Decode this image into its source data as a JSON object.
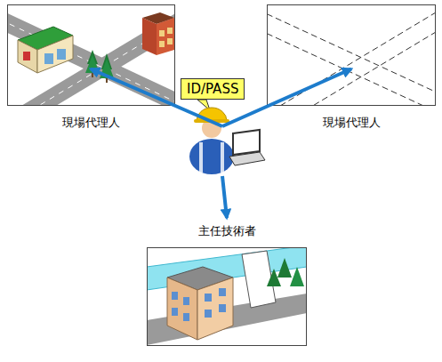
{
  "diagram": {
    "nodes": [
      {
        "text": [
          "現場代理人"
        ]
      },
      {
        "text": [
          "ID/PASS"
        ]
      },
      {
        "text": [
          "現場代理人"
        ]
      },
      {
        "text": [
          "主任技術者"
        ]
      }
    ],
    "edges": [
      {
        "from": 1,
        "to": 0,
        "arrow": "to"
      },
      {
        "from": 1,
        "to": 2,
        "arrow": "to"
      },
      {
        "from": 1,
        "to": 3,
        "arrow": "to"
      }
    ]
  }
}
